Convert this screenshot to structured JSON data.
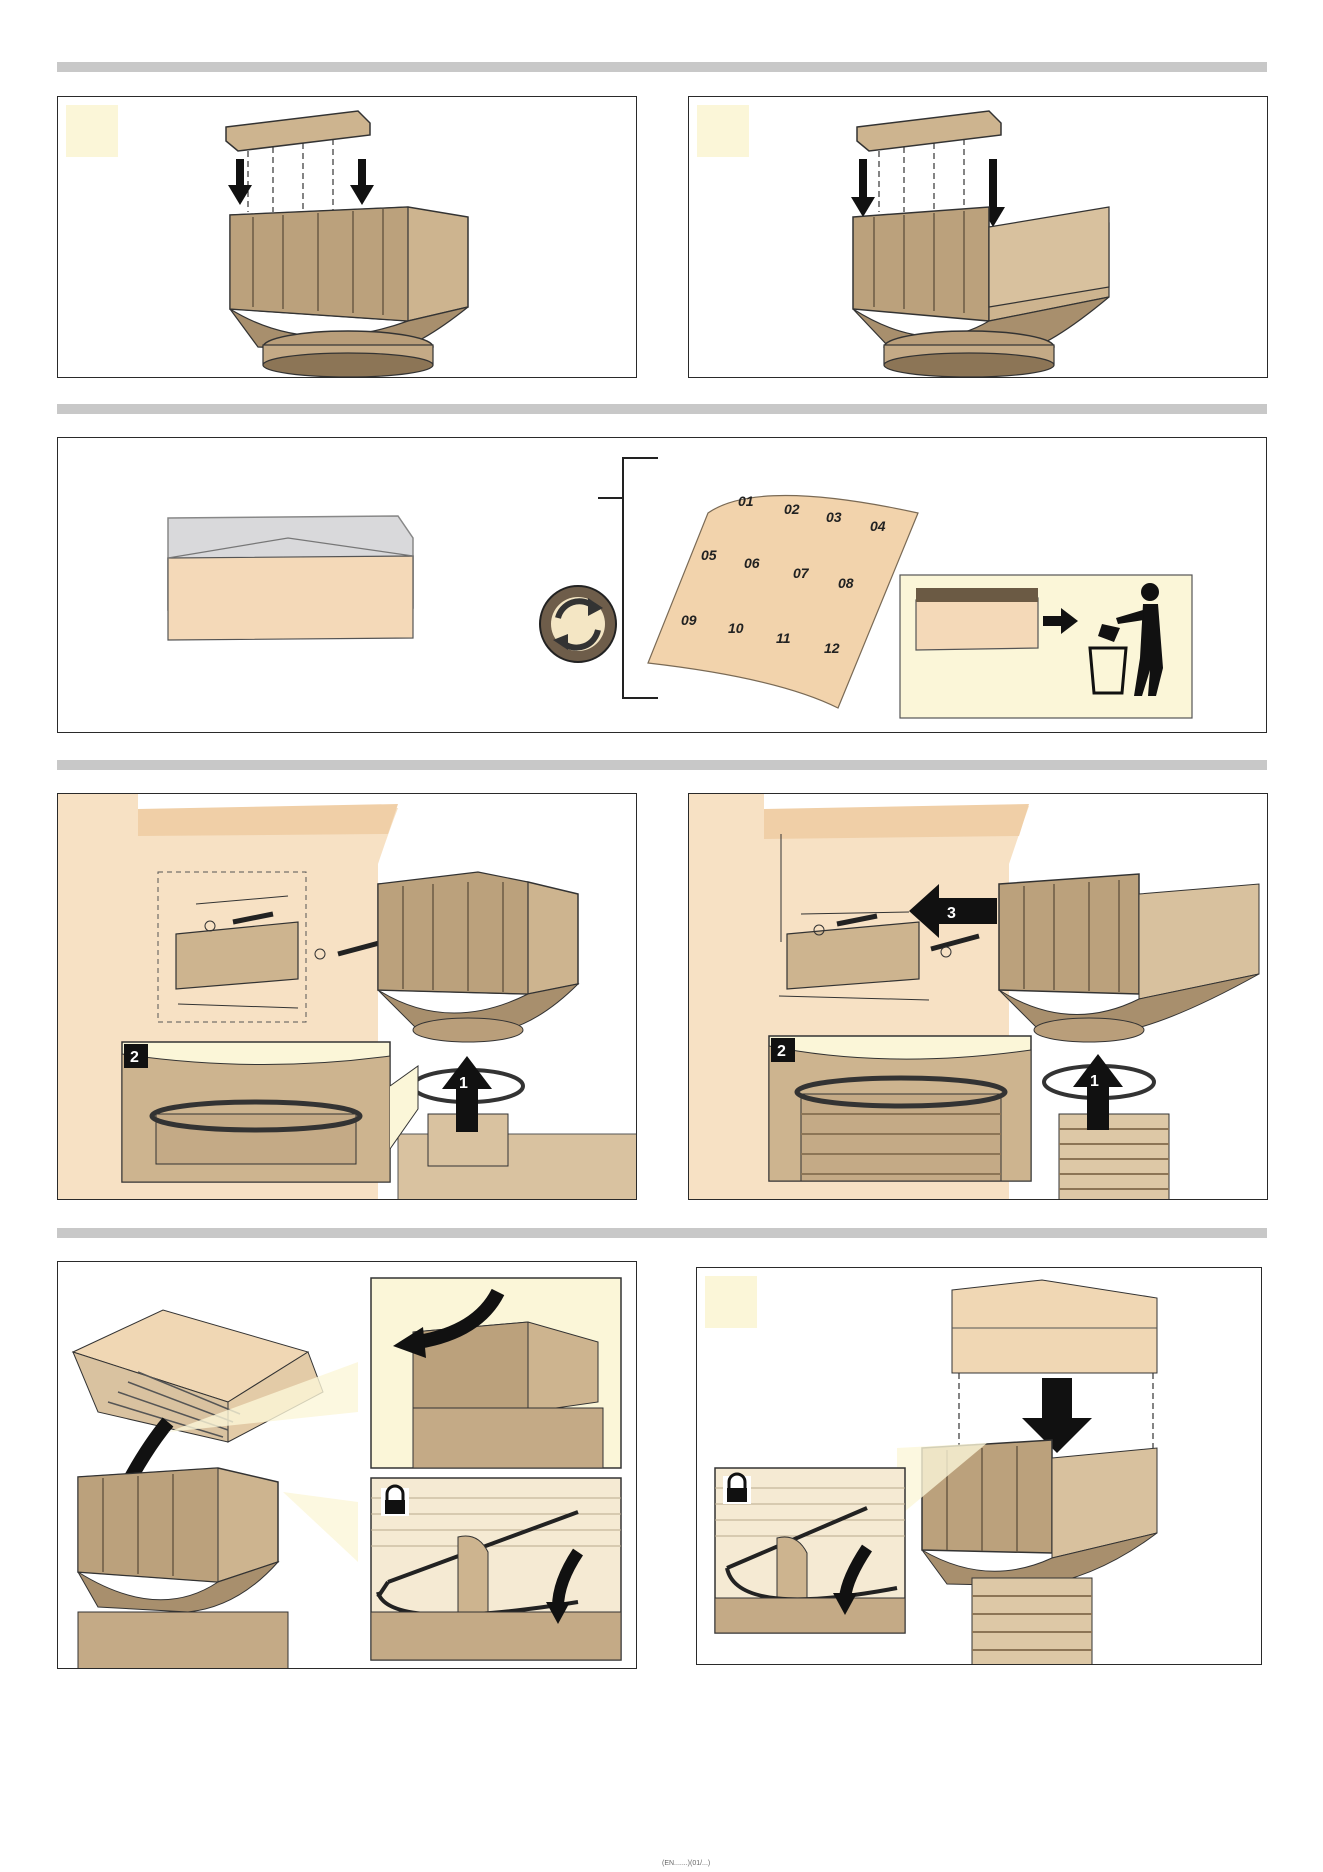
{
  "calendar": {
    "months": [
      "01",
      "02",
      "03",
      "04",
      "05",
      "06",
      "07",
      "08",
      "09",
      "10",
      "11",
      "12"
    ]
  },
  "steps": {
    "one": "1",
    "two": "2",
    "three": "3"
  },
  "icons": [
    "recycle-icon",
    "trash-bin-icon",
    "lock-icon",
    "arrow-down-icon",
    "arrow-up-icon",
    "arrow-left-icon",
    "arrow-right-icon"
  ],
  "colors": {
    "tan": "#cdb48f",
    "tan_dark": "#9c8462",
    "cream": "#fbf6d8",
    "wall": "#f7e1c4",
    "gray_bar": "#c8c8c8"
  },
  "footer": {
    "text": "(EN.......)(01/...)"
  }
}
